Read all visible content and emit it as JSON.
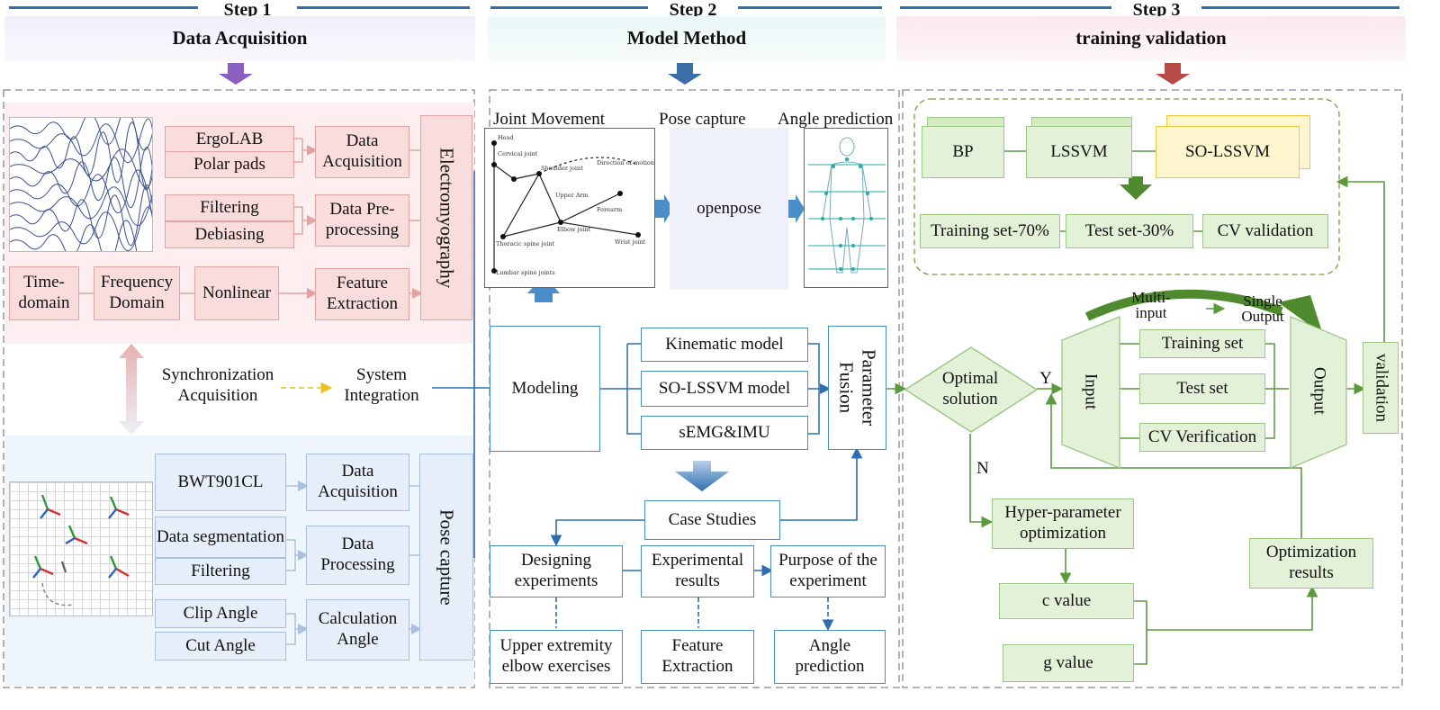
{
  "steps": [
    {
      "label": "Step 1",
      "title": "Data Acquisition"
    },
    {
      "label": "Step 2",
      "title": "Model Method"
    },
    {
      "label": "Step 3",
      "title": "training  validation"
    }
  ],
  "step1": {
    "emg_inputs": [
      "ErgoLAB",
      "Polar pads",
      "Filtering",
      "Debiasing"
    ],
    "emg_stages": [
      "Data Acquisition",
      "Data Pre-processing",
      "Feature Extraction"
    ],
    "feature_types": [
      "Time-domain",
      "Frequency Domain",
      "Nonlinear"
    ],
    "emg_label": "Electromyography",
    "sync_label": "Synchronization Acquisition",
    "system_label": "System Integration",
    "pose_inputs": [
      "BWT901CL",
      "Data segmentation",
      "Filtering",
      "Clip Angle",
      "Cut Angle"
    ],
    "pose_stages": [
      "Data Acquisition",
      "Data Processing",
      "Calculation Angle"
    ],
    "pose_label": "Pose capture"
  },
  "step2": {
    "panel_titles": [
      "Joint Movement",
      "Pose capture",
      "Angle prediction"
    ],
    "joint_labels": [
      "Head",
      "Cervical joint",
      "Shoulder joint",
      "Direction of motion",
      "Upper Arm",
      "Forearm",
      "Thoracic spine joint",
      "Elbow joint",
      "Wrist joint",
      "Lumbar spine joints"
    ],
    "openpose": "openpose",
    "modeling": "Modeling",
    "models": [
      "Kinematic  model",
      "SO-LSSVM model",
      "sEMG&IMU"
    ],
    "fusion": "Parameter Fusion",
    "case": "Case Studies",
    "exp": [
      "Designing experiments",
      "Experimental results",
      "Purpose of the experiment"
    ],
    "out": [
      "Upper extremity elbow exercises",
      "Feature Extraction",
      "Angle prediction"
    ]
  },
  "step3": {
    "models": [
      "BP",
      "LSSVM",
      "SO-LSSVM"
    ],
    "splits": [
      "Training  set-70%",
      "Test set-30%",
      "CV validation"
    ],
    "optimal": "Optimal solution",
    "yes": "Y",
    "no": "N",
    "input": "Input",
    "output": "Output",
    "sets": [
      "Training  set",
      "Test set",
      "CV Verification"
    ],
    "multi": "Multi-input",
    "single": "Single Output",
    "validation": "validation",
    "hyper": "Hyper-parameter optimization",
    "c": "c value",
    "g": "g value",
    "opt_results": "Optimization results"
  },
  "colors": {
    "accent_blue": "#2e6db0",
    "line_green": "#5a9a3d",
    "step1_arrow": "#8a5fc0",
    "step3_arrow": "#b84a4a"
  }
}
